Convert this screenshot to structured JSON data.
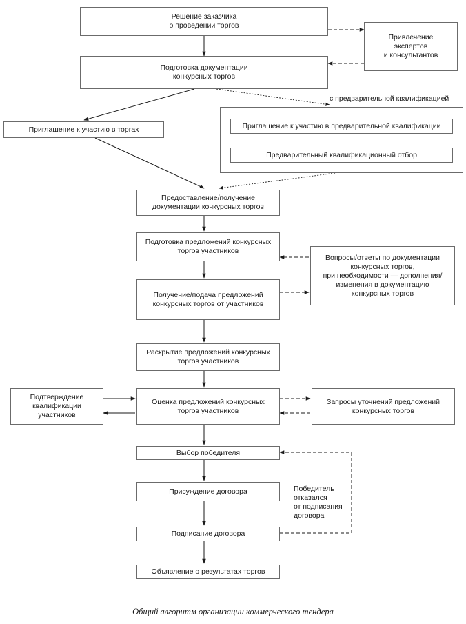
{
  "nodes": {
    "decision": "Решение заказчика\nо проведении торгов",
    "experts": "Привлечение\nэкспертов\nи консультантов",
    "prep_docs": "Подготовка документации\nконкурсных торгов",
    "invite": "Приглашение к участию в торгах",
    "prequal_group_label": "с предварительной квалификацией",
    "prequal_invite": "Приглашение к участию в предварительной квалификации",
    "prequal_selection": "Предварительный квалификационный отбор",
    "provide_docs": "Предоставление/получение\nдокументации конкурсных торгов",
    "prep_proposals": "Подготовка предложений конкурсных\nторгов участников",
    "questions": "Вопросы/ответы по документации\nконкурсных торгов,\nпри необходимости — дополнения/\nизменения в документацию\nконкурсных торгов",
    "submit": "Получение/подача предложений\nконкурсных торгов от участников",
    "opening": "Раскрытие предложений конкурсных\nторгов участников",
    "confirm_qual": "Подтверждение\nквалификации\nучастников",
    "evaluation": "Оценка предложений конкурсных\nторгов участников",
    "clarify": "Запросы уточнений предложений\nконкурсных торгов",
    "winner": "Выбор победителя",
    "award": "Присуждение договора",
    "refused_note": "Победитель\nотказался\nот подписания\nдоговора",
    "signing": "Подписание договора",
    "announce": "Объявление о результатах торгов"
  },
  "caption": "Общий алгоритм организации коммерческого тендера"
}
